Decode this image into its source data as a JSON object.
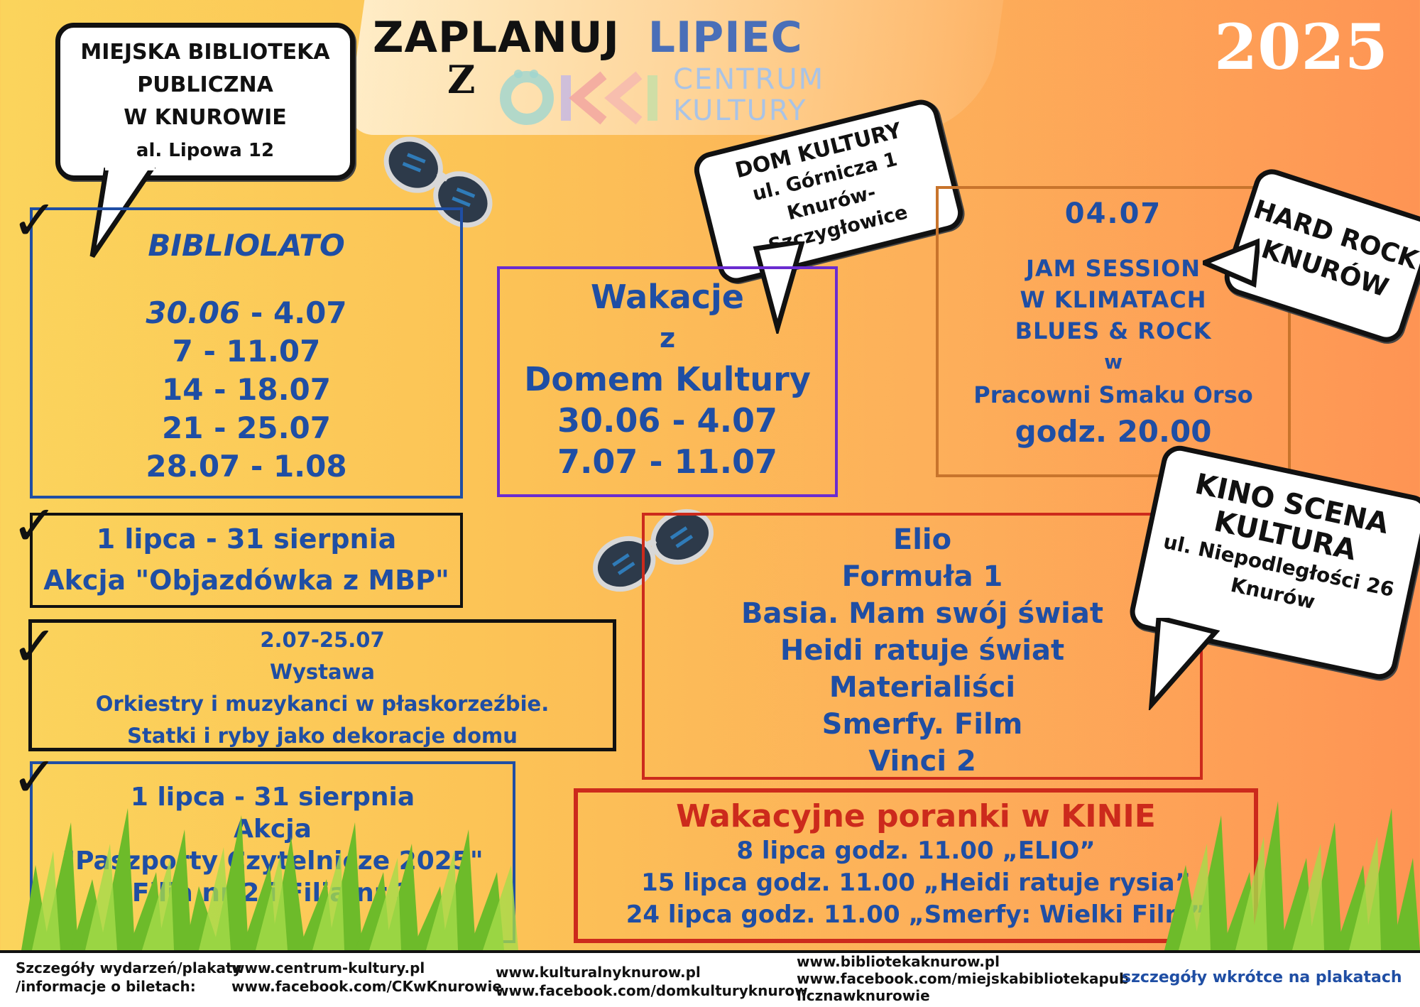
{
  "header": {
    "title_part1": "ZAPLANUJ",
    "title_part2": "LIPIEC",
    "title_with": "Z",
    "logo_brand": "CENTRUM",
    "logo_brand2": "KULTURY",
    "year": "2025"
  },
  "library_bubble": {
    "line1": "MIEJSKA BIBLIOTEKA",
    "line2": "PUBLICZNA",
    "line3": "W KNUROWIE",
    "address": "al. Lipowa 12"
  },
  "bibliolato": {
    "title": "BIBLIOLATO",
    "date1_start": "30.06",
    "date1_end": " - 4.07",
    "dates": [
      "7 - 11.07",
      "14 - 18.07",
      "21 - 25.07",
      "28.07 - 1.08"
    ]
  },
  "objazdowka": {
    "line1": "1 lipca - 31 sierpnia",
    "line2": "Akcja \"Objazdówka z MBP\""
  },
  "wystawa": {
    "dates": "2.07-25.07",
    "title": "Wystawa",
    "line1": "Orkiestry i muzykanci w płaskorzeźbie.",
    "line2": "Statki i ryby jako dekoracje domu"
  },
  "paszporty": {
    "line1": "1 lipca - 31 sierpnia",
    "line2": "Akcja",
    "line3": "\"Paszporty Czytelnicze 2025\"",
    "line4": "Filia nr 2 i Filia nr 3"
  },
  "dom_kultury_bubble": {
    "line1": "DOM KULTURY",
    "line2": "ul. Górnicza 1",
    "line3": "Knurów-",
    "line4": "Szczygłowice"
  },
  "wakacje": {
    "line1": "Wakacje",
    "line2": "z",
    "line3": "Domem Kultury",
    "dates": [
      "30.06 - 4.07",
      "7.07 - 11.07"
    ]
  },
  "jam_session": {
    "date": "04.07",
    "line1": "JAM SESSION",
    "line2": "W KLIMATACH",
    "line3": "BLUES & ROCK",
    "line4": "w",
    "line5": "Pracowni Smaku Orso",
    "time": "godz. 20.00"
  },
  "hard_rock_bubble": {
    "line1": "HARD ROCK",
    "line2": "KNURÓW"
  },
  "kino_bubble": {
    "line1": "KINO SCENA",
    "line2": "KULTURA",
    "line3": "ul. Niepodległości 26",
    "line4": "Knurów"
  },
  "films": {
    "titles": [
      "Elio",
      "Formuła 1",
      "Basia. Mam swój świat",
      "Heidi ratuje świat",
      "Materialiści",
      "Smerfy. Film",
      "Vinci 2"
    ]
  },
  "poranki": {
    "title": "Wakacyjne poranki w KINIE",
    "items": [
      "8 lipca godz. 11.00 „ELIO”",
      "15 lipca godz. 11.00 „Heidi ratuje rysia”",
      "24 lipca godz. 11.00 „Smerfy: Wielki Film”"
    ]
  },
  "footer": {
    "info_line1": "Szczegóły wydarzeń/plakaty",
    "info_line2": "/informacje o biletach:",
    "ck_web": "www.centrum-kultury.pl",
    "ck_fb": "www.facebook.com/CKwKnurowie",
    "dk_web": "www.kulturalnyknurow.pl",
    "dk_fb": "www.facebook.com/domkulturyknurow",
    "mbp_web": "www.bibliotekaknurow.pl",
    "mbp_fb1": "www.facebook.com/miejskabibliotekapub",
    "mbp_fb2": "licznawknurowie",
    "note": "szczegóły wkrótce na plakatach"
  },
  "colors": {
    "blue": "#1f4ea4",
    "red": "#cc2a1c",
    "purple": "#6a2bd0",
    "brown": "#c8742c",
    "black": "#111111"
  }
}
